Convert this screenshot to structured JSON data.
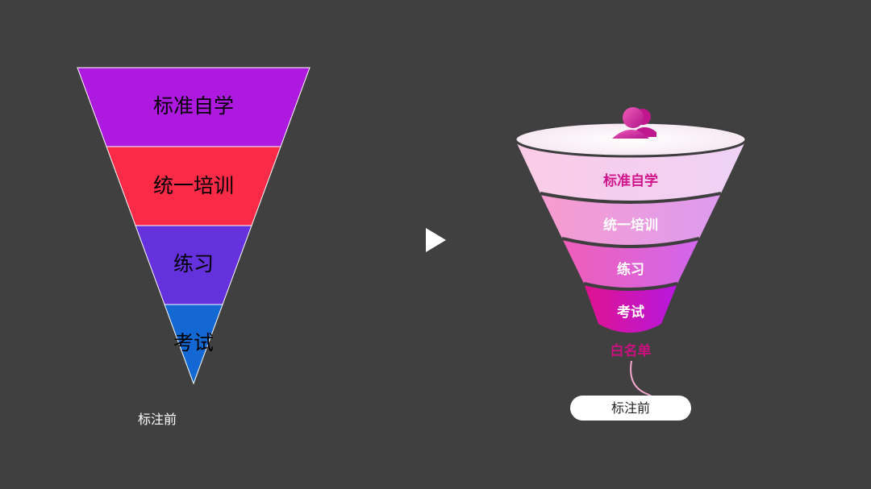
{
  "left_diagram": {
    "levels": [
      {
        "label": "标准自学",
        "color": "#AE19E0"
      },
      {
        "label": "统一培训",
        "color": "#FB2B47"
      },
      {
        "label": "练习",
        "color": "#6431DC"
      },
      {
        "label": "考试",
        "color": "#1368D3"
      }
    ],
    "caption": "标注前"
  },
  "arrow": {
    "icon": "play-triangle-icon",
    "color": "#FFFFFF"
  },
  "right_diagram": {
    "top_icon": "user-group-icon",
    "levels": [
      {
        "label": "标准自学",
        "text_color": "#D0148C"
      },
      {
        "label": "统一培训",
        "text_color": "#FFFFFF"
      },
      {
        "label": "练习",
        "text_color": "#FFFFFF"
      },
      {
        "label": "考试",
        "text_color": "#FFFFFF"
      }
    ],
    "bottom_label": "白名单",
    "bottom_label_color": "#C8117F",
    "callout": "标注前"
  }
}
